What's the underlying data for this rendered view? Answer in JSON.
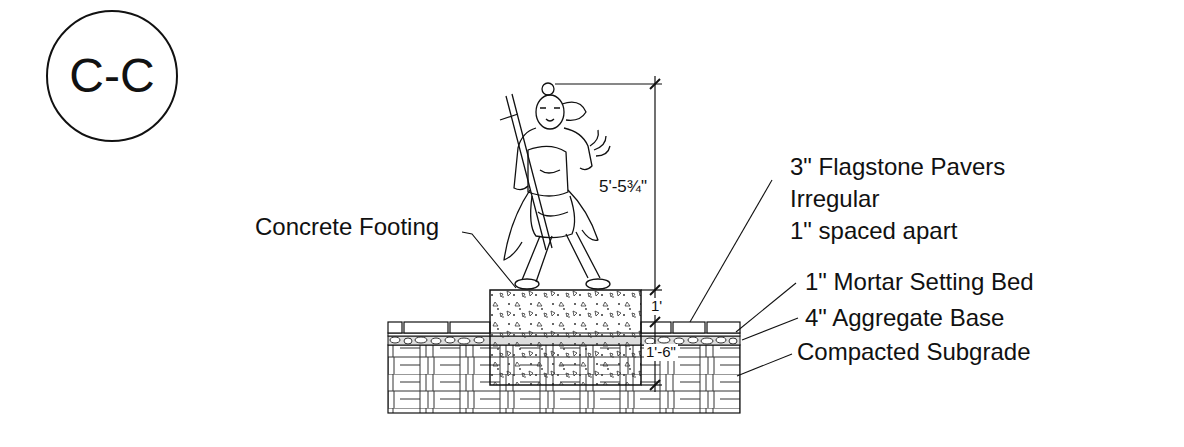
{
  "diagram": {
    "nodes": [
      {
        "text": [
          "C-C"
        ]
      }
    ],
    "labels": [
      "Concrete Footing",
      "5'-5¾\"",
      "3\" Flagstone Pavers",
      "Irregular",
      "1\" spaced apart",
      "1\" Mortar Setting Bed",
      "4\" Aggregate Base",
      "Compacted Subgrade",
      "1'",
      "1'-6\""
    ]
  }
}
